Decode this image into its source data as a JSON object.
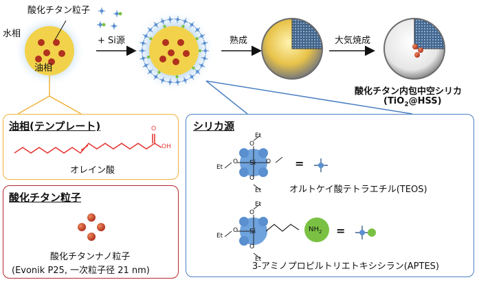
{
  "process": {
    "tio2_particle_label": "酸化チタン粒子",
    "water_phase": "水相",
    "oil_phase": "油相",
    "add_si": "+ Si源",
    "aging": "熟成",
    "calcination": "大気焼成",
    "product_label_jp": "酸化チタン内包中空シリカ",
    "product_formula_pre": "(TiO",
    "product_formula_sub": "2",
    "product_formula_post": "@HSS)"
  },
  "oil_box": {
    "title": "油相(テンプレート)",
    "compound": "オレイン酸",
    "oh": "OH",
    "o": "O"
  },
  "tio2_box": {
    "title": "酸化チタン粒子",
    "name": "酸化チタンナノ粒子",
    "detail": "(Evonik P25, 一次粒子径 21 nm)"
  },
  "silica_box": {
    "title": "シリカ源",
    "teos_name": "オルトケイ酸テトラエチル(TEOS)",
    "aptes_name": "3-アミノプロピルトリエトキシシラン(APTES)",
    "et": "Et",
    "o": "O",
    "si": "Si",
    "nh2": "NH",
    "nh2_sub": "2",
    "equals": "="
  },
  "colors": {
    "oil_yellow": "#f2d24a",
    "halo_blue": "#bcd8f0",
    "particle_red": "#c0392b",
    "silane_blue": "#5a8fd0",
    "amine_green": "#7ac143",
    "acid_red": "#e53935",
    "oil_border": "#f0b23a",
    "tio2_border": "#b3262a",
    "silica_border": "#4a7fc1"
  }
}
